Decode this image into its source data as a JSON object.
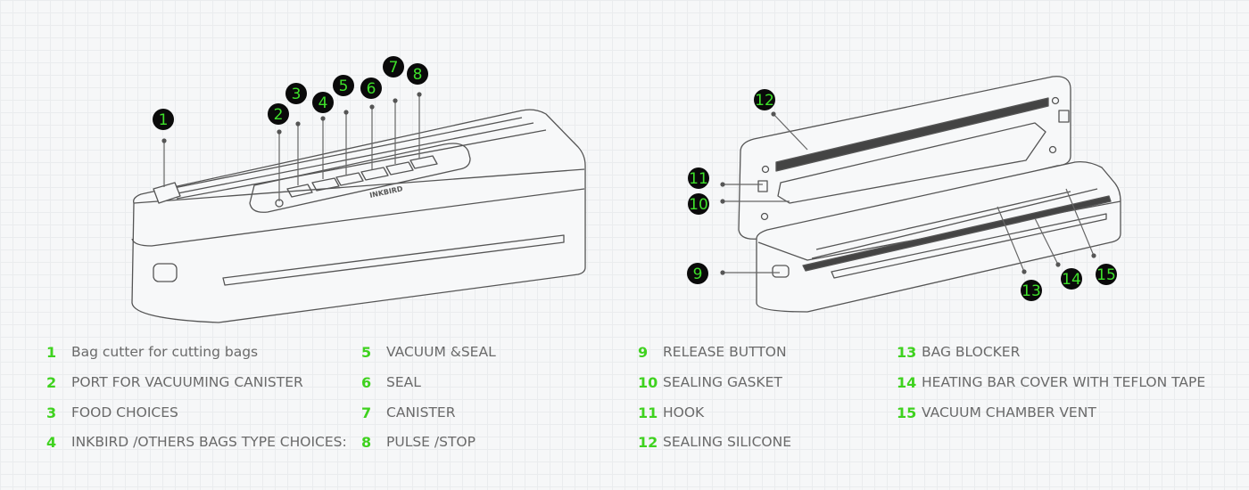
{
  "brand_label": "INKBIRD",
  "colors": {
    "accent_green": "#3ee02a",
    "badge_black": "#0a0a0a",
    "text_gray": "#6a6a6a"
  },
  "legend": [
    {
      "num": "1",
      "label": "Bag cutter for cutting bags"
    },
    {
      "num": "2",
      "label": "PORT FOR VACUUMING CANISTER"
    },
    {
      "num": "3",
      "label": "FOOD CHOICES"
    },
    {
      "num": "4",
      "label": "INKBIRD /OTHERS BAGS TYPE CHOICES:"
    },
    {
      "num": "5",
      "label": "VACUUM &SEAL"
    },
    {
      "num": "6",
      "label": "SEAL"
    },
    {
      "num": "7",
      "label": "CANISTER"
    },
    {
      "num": "8",
      "label": "PULSE /STOP"
    },
    {
      "num": "9",
      "label": "RELEASE BUTTON"
    },
    {
      "num": "10",
      "label": "SEALING GASKET"
    },
    {
      "num": "11",
      "label": "HOOK"
    },
    {
      "num": "12",
      "label": "SEALING SILICONE"
    },
    {
      "num": "13",
      "label": "BAG BLOCKER"
    },
    {
      "num": "14",
      "label": "HEATING BAR COVER WITH  TEFLON TAPE"
    },
    {
      "num": "15",
      "label": "VACUUM CHAMBER VENT"
    }
  ]
}
